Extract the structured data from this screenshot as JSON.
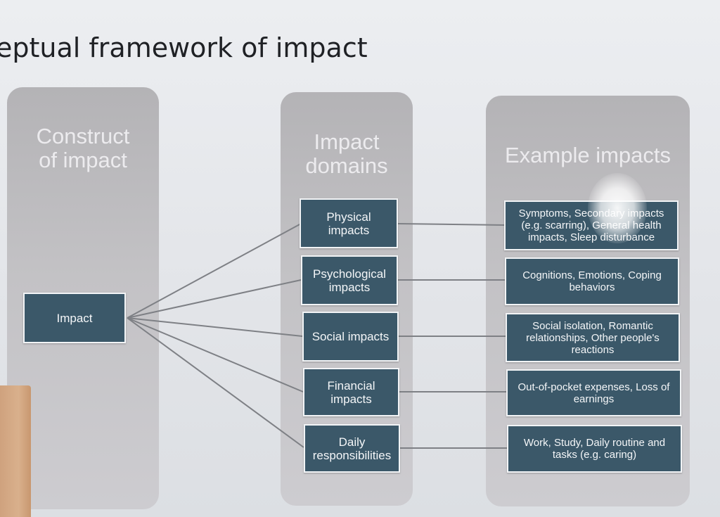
{
  "slide": {
    "title": "eptual framework of impact"
  },
  "columns": {
    "construct": {
      "heading_line1": "Construct",
      "heading_line2": "of impact"
    },
    "domains": {
      "heading_line1": "Impact",
      "heading_line2": "domains"
    },
    "examples": {
      "heading": "Example impacts"
    }
  },
  "impact": {
    "label": "Impact"
  },
  "domains": [
    {
      "label": "Physical impacts"
    },
    {
      "label": "Psychological impacts"
    },
    {
      "label": "Social impacts"
    },
    {
      "label": "Financial impacts"
    },
    {
      "label": "Daily responsibilities"
    }
  ],
  "examples": [
    {
      "text": "Symptoms, Secondary impacts (e.g. scarring), General health impacts, Sleep disturbance"
    },
    {
      "text": "Cognitions, Emotions, Coping behaviors"
    },
    {
      "text": "Social isolation, Romantic relationships, Other people's reactions"
    },
    {
      "text": "Out-of-pocket expenses, Loss of earnings"
    },
    {
      "text": "Work, Study, Daily routine and tasks (e.g. caring)"
    }
  ]
}
